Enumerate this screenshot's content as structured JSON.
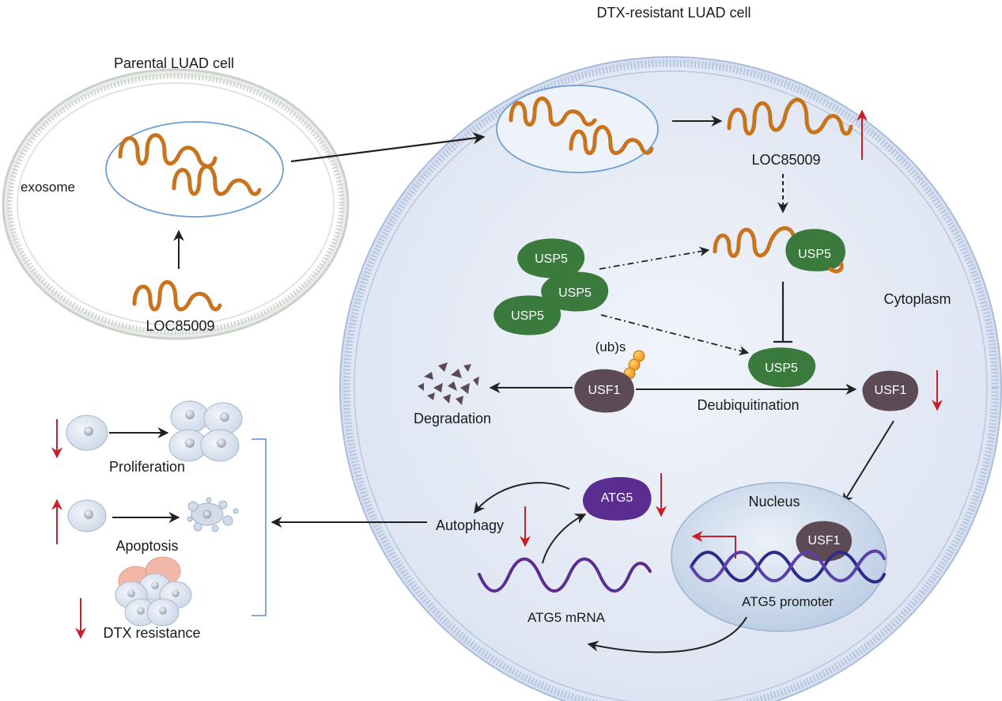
{
  "labels": {
    "parental_cell": "Parental LUAD cell",
    "resistant_cell": "DTX-resistant LUAD cell",
    "exosome": "exosome",
    "loc_parental": "LOC85009",
    "loc_resistant": "LOC85009",
    "usp5_bound": "USP5",
    "usp5_a": "USP5",
    "usp5_b": "USP5",
    "usp5_c": "USP5",
    "usp5_d": "USP5",
    "cytoplasm": "Cytoplasm",
    "ubs": "(ub)s",
    "usf1_ub": "USF1",
    "usf1_deub": "USF1",
    "usf1_nuc": "USF1",
    "degradation": "Degradation",
    "deubiquitination": "Deubiquitination",
    "nucleus": "Nucleus",
    "atg5_promoter": "ATG5 promoter",
    "atg5_mrna": "ATG5 mRNA",
    "atg5_protein": "ATG5",
    "autophagy": "Autophagy",
    "proliferation": "Proliferation",
    "apoptosis": "Apoptosis",
    "dtx_resistance": "DTX resistance"
  },
  "colors": {
    "rna": "#c8731e",
    "usp5": "#3a7a3c",
    "usf1": "#5c4a55",
    "atg5": "#5b2d91",
    "up_down_arrow": "#c8202a",
    "resistant_membrane": "#9bb3d8",
    "resistant_fill": "#e6ecf6",
    "parental_membrane": "#c9d2c9",
    "nucleus_fill": "#cfdbec",
    "exosome_border": "#6e9fd2",
    "dna_strand_a": "#2e2a8a",
    "dna_strand_b": "#5b3fa8"
  },
  "indicators": {
    "loc_resistant": "up",
    "usf1": "down",
    "atg5_protein": "down",
    "autophagy": "down",
    "proliferation": "down",
    "apoptosis": "up",
    "dtx_resistance": "down"
  }
}
